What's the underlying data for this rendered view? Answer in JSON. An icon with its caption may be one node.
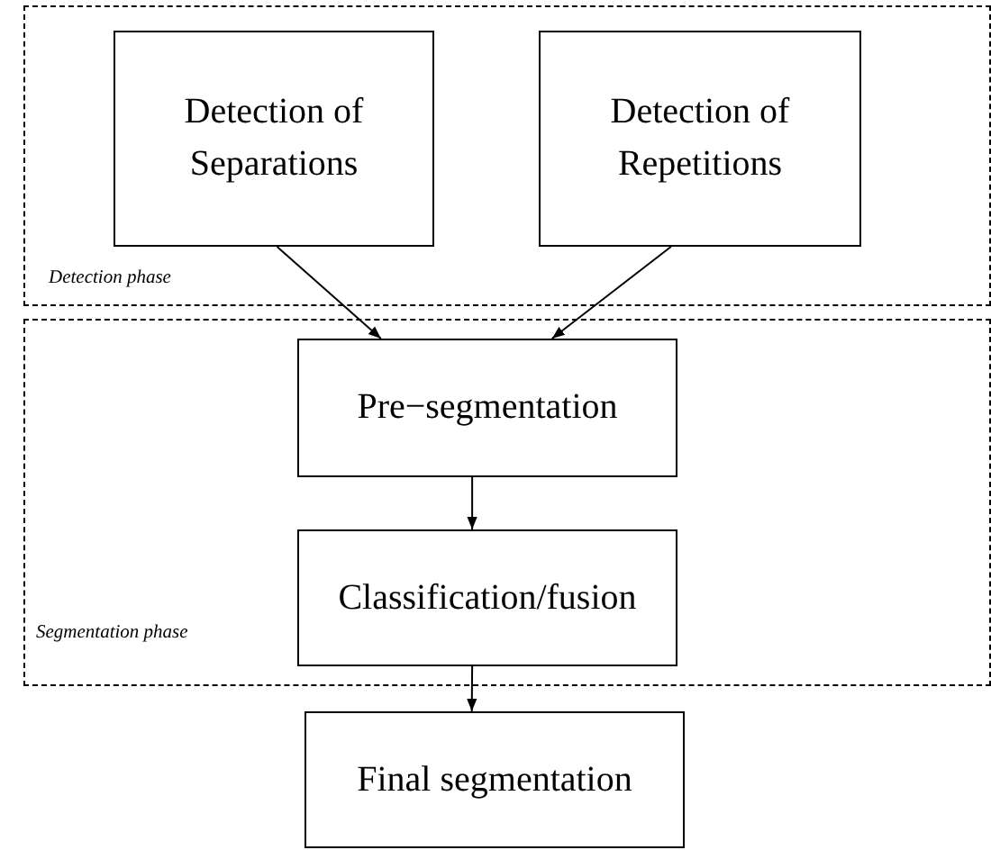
{
  "diagram": {
    "nodes": [
      {
        "text": [
          "Detection phase"
        ]
      },
      {
        "text": [
          "Detection of Separations"
        ],
        "in": 0
      },
      {
        "text": [
          "Detection of Repetitions"
        ],
        "in": 0
      },
      {
        "text": [
          "Segmentation phase"
        ]
      },
      {
        "text": [
          "Pre−segmentation"
        ],
        "in": 3
      },
      {
        "text": [
          "Classification/fusion"
        ],
        "in": 3
      },
      {
        "text": [
          "Final segmentation"
        ]
      }
    ],
    "edges": [
      {
        "from": 1,
        "to": 4,
        "arrow": "to"
      },
      {
        "from": 2,
        "to": 4,
        "arrow": "to"
      },
      {
        "from": 4,
        "to": 5,
        "arrow": "to"
      },
      {
        "from": 5,
        "to": 6,
        "arrow": "to"
      }
    ]
  }
}
